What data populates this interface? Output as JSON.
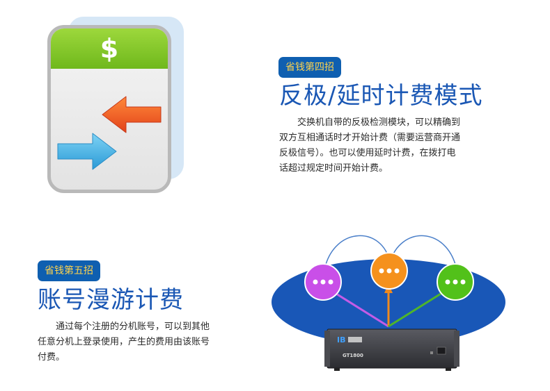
{
  "icon": {
    "symbol": "$",
    "name": "billing-icon",
    "colors": {
      "band": "#7cc424",
      "arrow_orange": "#f15a22",
      "arrow_blue": "#2fa8e0"
    }
  },
  "section1": {
    "badge": "省钱第四招",
    "title": "反极/延时计费模式",
    "desc_lines": [
      "　　交换机自带的反极检测模块，可以精确到",
      "双方互相通话时才开始计费（需要运营商开通",
      "反极信号）。也可以使用延时计费，在拨打电",
      "话超过规定时间开始计费。"
    ]
  },
  "section2": {
    "badge": "省钱第五招",
    "title": "账号漫游计费",
    "desc_lines": [
      "　　通过每个注册的分机账号，可以到其他",
      "任意分机上登录使用，产生的费用由该账号",
      "付费。"
    ]
  },
  "diagram": {
    "device_brand": "IB",
    "device_model": "GT1800",
    "nodes": [
      {
        "name": "node-purple",
        "color": "#cc55ee",
        "glyph": "•••"
      },
      {
        "name": "node-orange",
        "color": "#f5931e",
        "glyph": "•••"
      },
      {
        "name": "node-green",
        "color": "#55c21b",
        "glyph": "•••"
      }
    ],
    "colors": {
      "ellipse": "#1957b7",
      "device": "#3a3b40"
    }
  }
}
